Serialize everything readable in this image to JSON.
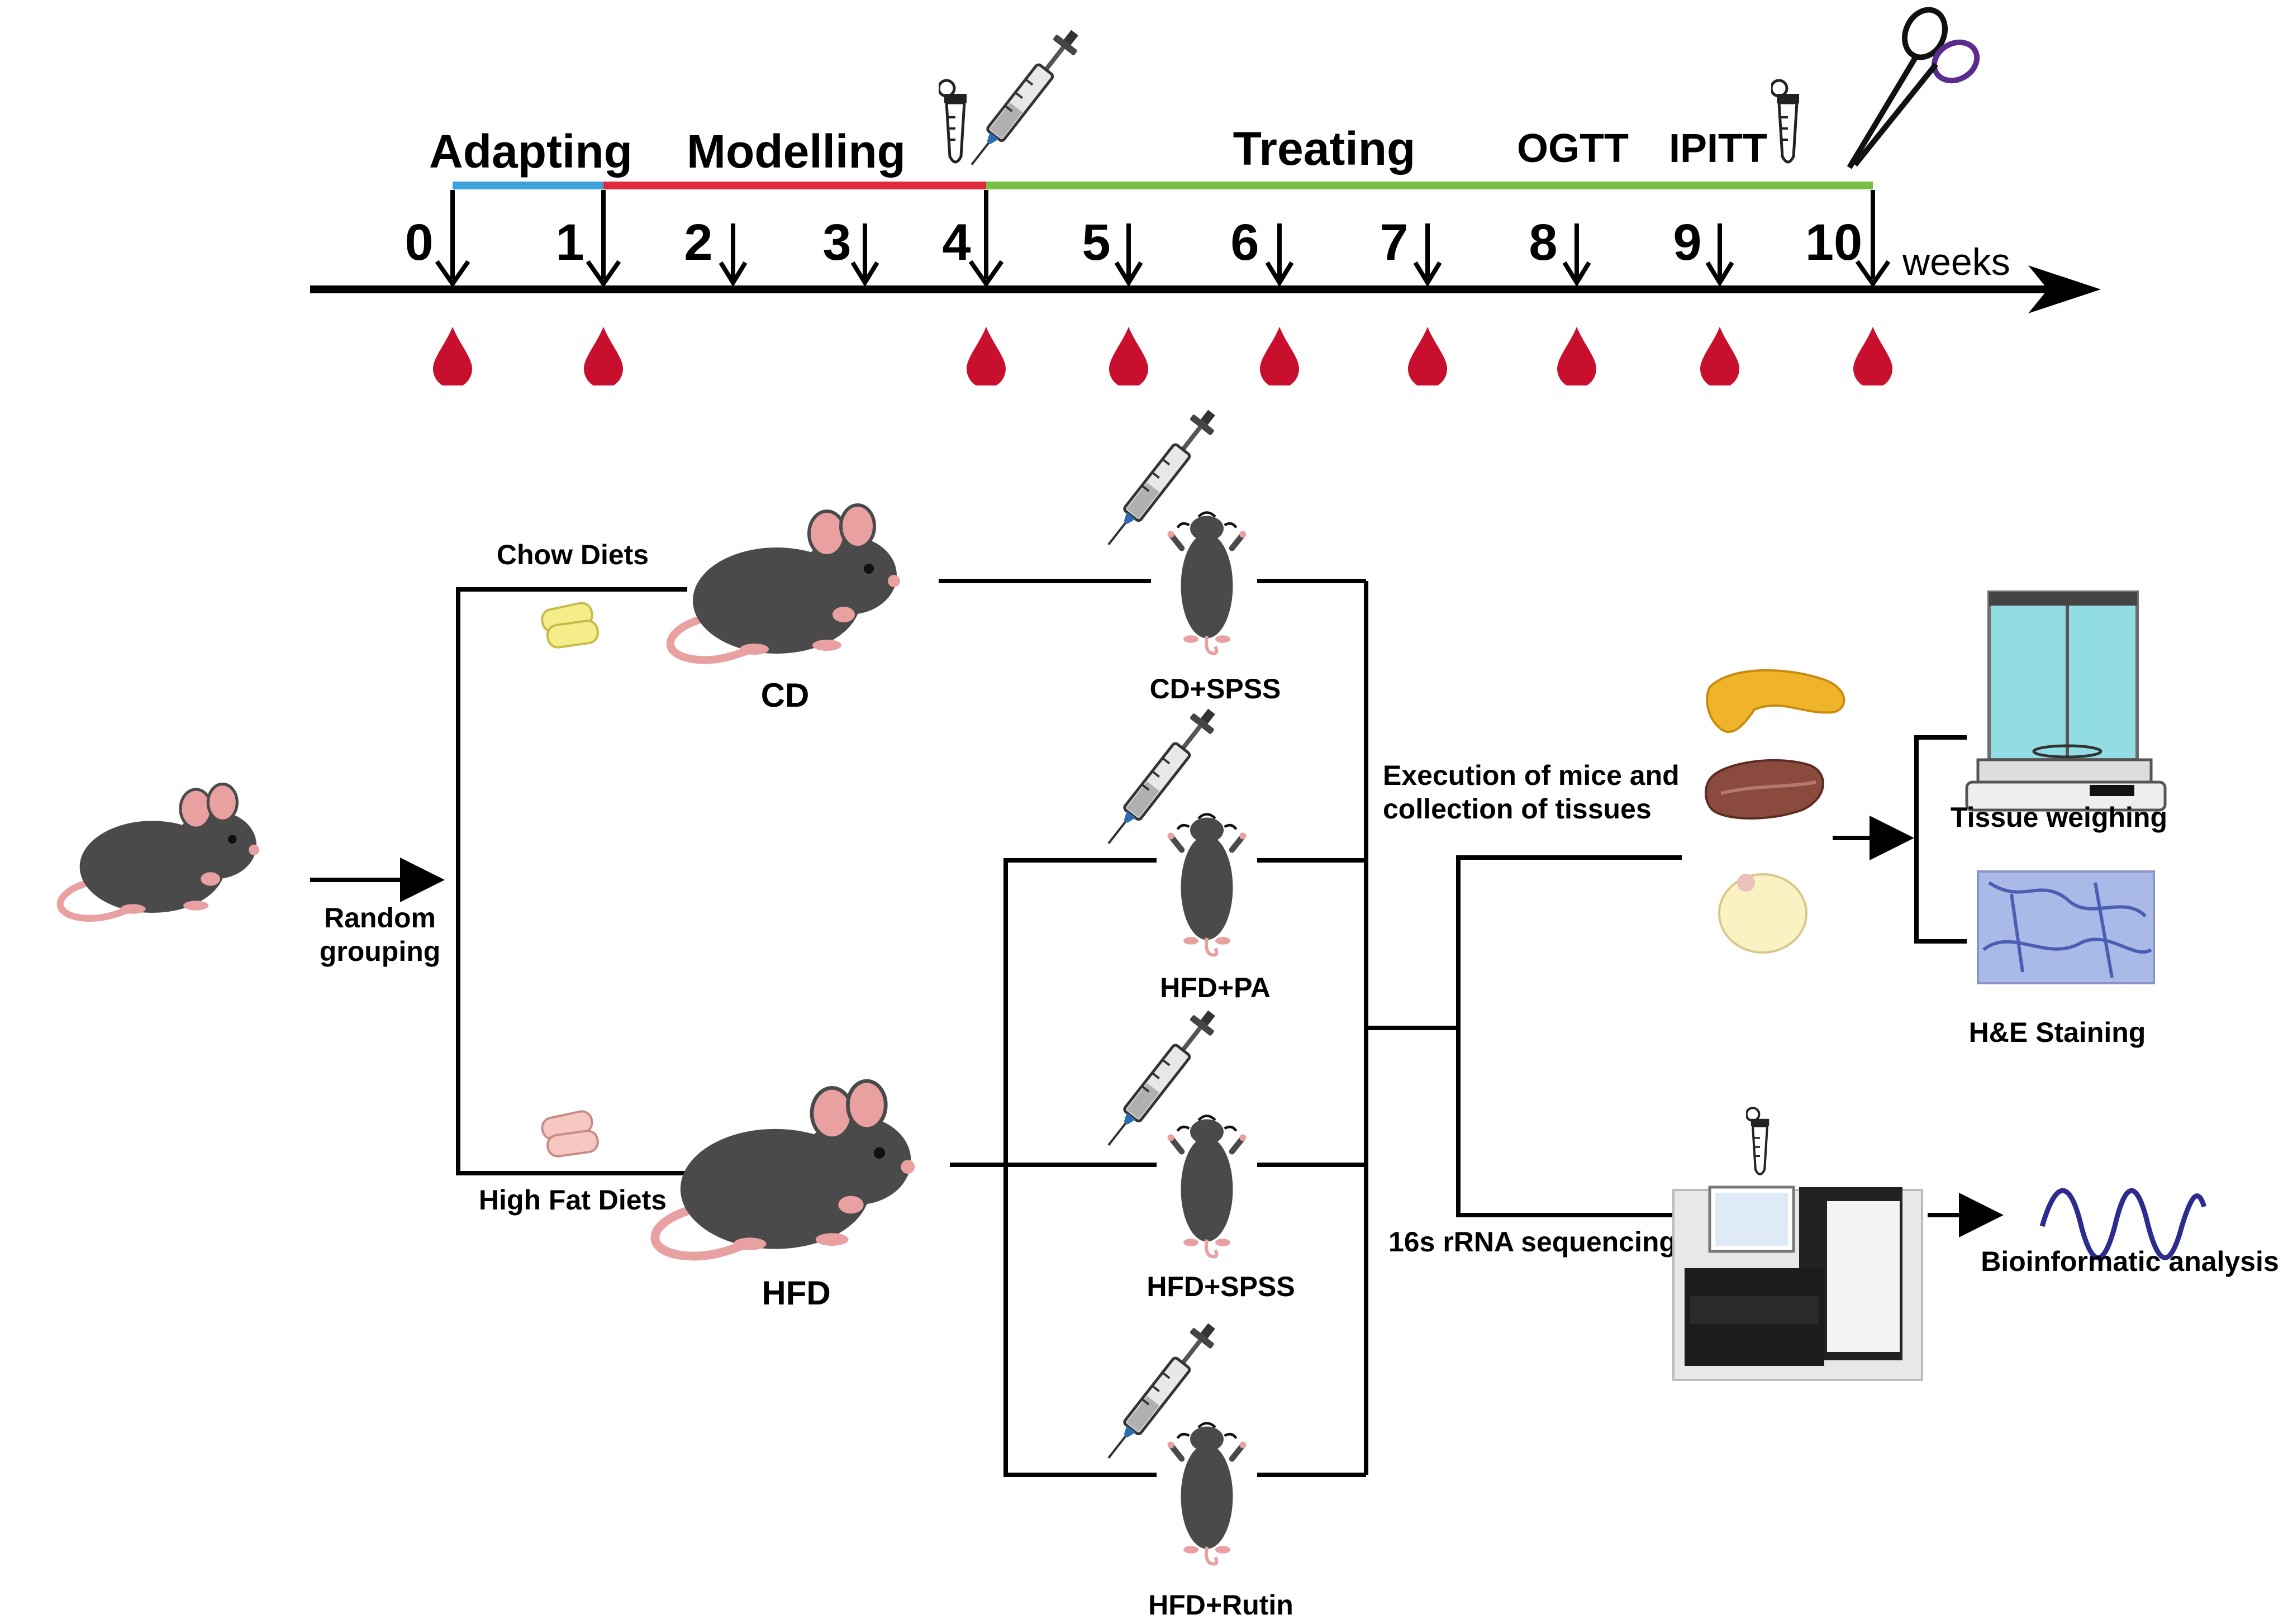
{
  "timeline": {
    "phases": [
      "Adapting",
      "Modelling",
      "Treating"
    ],
    "tests": [
      "OGTT",
      "IPITT"
    ],
    "weeks": [
      "0",
      "1",
      "2",
      "3",
      "4",
      "5",
      "6",
      "7",
      "8",
      "9",
      "10"
    ],
    "unit": "weeks",
    "colors": {
      "adapting": "#3aa3dd",
      "modelling": "#e02a3b",
      "treating": "#78c044",
      "blood": "#c8102e"
    }
  },
  "design": {
    "random_grouping": [
      "Random",
      "grouping"
    ],
    "chow_diets": "Chow Diets",
    "high_fat_diets": "High Fat Diets",
    "cd": "CD",
    "hfd": "HFD",
    "groups": [
      "CD+SPSS",
      "HFD+PA",
      "HFD+SPSS",
      "HFD+Rutin"
    ],
    "execution": [
      "Execution of mice and",
      "collection of tissues"
    ],
    "tissue_weighing": "Tissue weighing",
    "he_staining": "H&E Staining",
    "sequencing": "16s rRNA sequencing",
    "bioinformatic": "Bioinformatic analysis"
  }
}
